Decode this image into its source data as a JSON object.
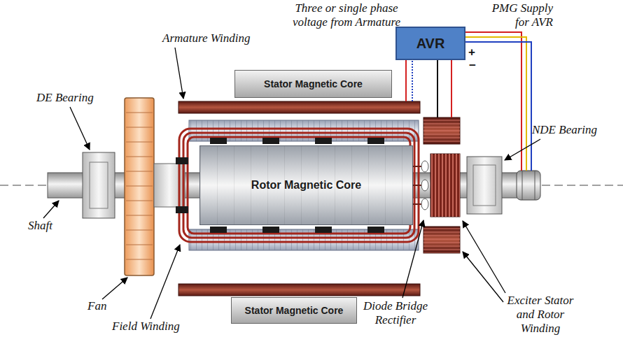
{
  "diagram": {
    "nodes": [
      {
        "text": [
          "AVR"
        ]
      },
      {
        "text": [
          "Stator Magnetic Core"
        ]
      },
      {
        "text": [
          "Rotor Magnetic Core"
        ]
      },
      {
        "text": [
          "Stator Magnetic Core"
        ]
      }
    ],
    "labels": [
      "Three or single phase voltage from Armature",
      "PMG Supply for AVR",
      "Armature Winding",
      "+",
      "−",
      "DE Bearing",
      "NDE Bearing",
      "Shaft",
      "Fan",
      "Field Winding",
      "Diode Bridge Rectifier",
      "Exciter Stator and Rotor Winding"
    ]
  }
}
